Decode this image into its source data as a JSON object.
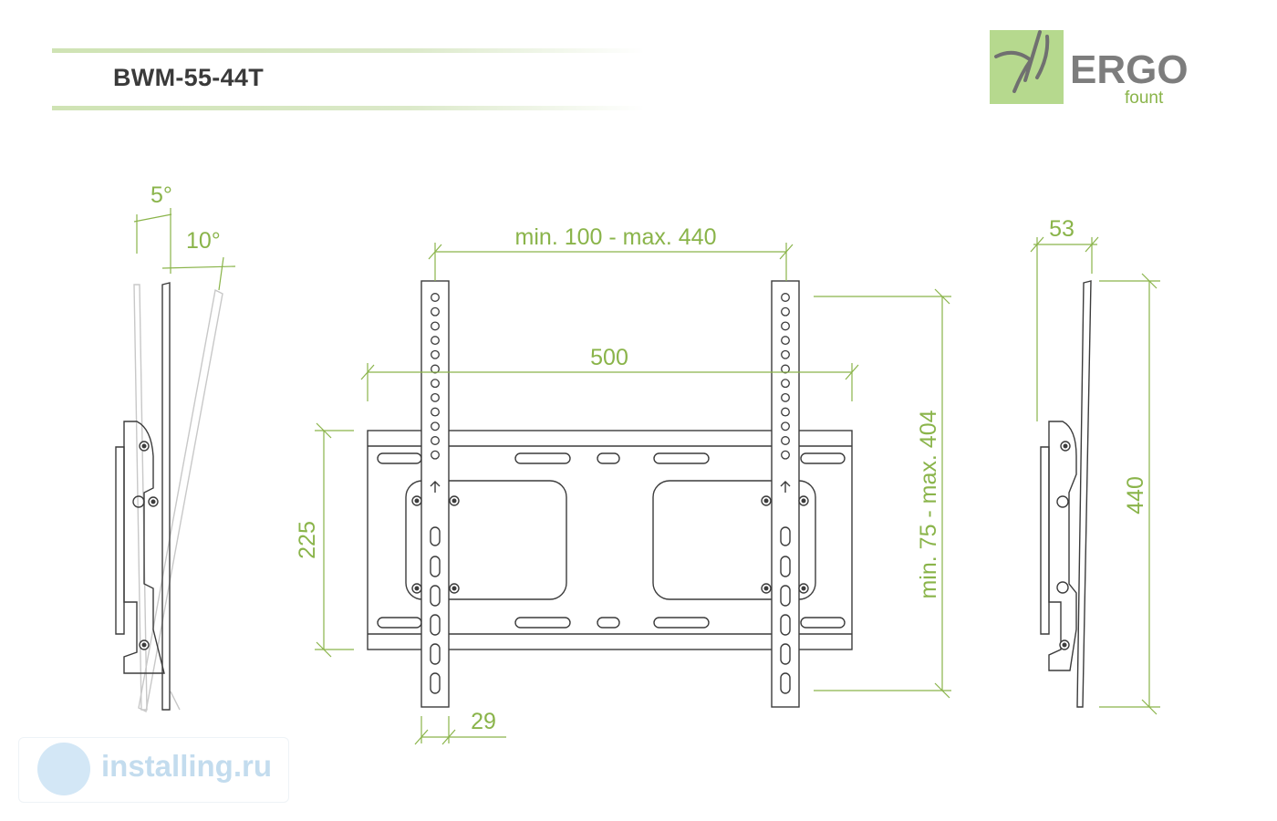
{
  "header": {
    "model": "BWM-55-44T"
  },
  "logo": {
    "brand": "ERGO",
    "sub": "fount",
    "accent": "#b6d98e"
  },
  "dimensions": {
    "tilt_min": "5°",
    "tilt_max": "10°",
    "vesa_width_range": "min. 100 - max. 440",
    "plate_width": "500",
    "plate_height": "225",
    "vesa_height_range": "min. 75 - max. 404",
    "arm_width": "29",
    "wall_depth": "53",
    "arm_length": "440"
  },
  "watermark": {
    "text": "installing.ru"
  },
  "colors": {
    "dimension": "#8ab44a",
    "line": "#3c3c3c",
    "title_bar": "#cfe3b4"
  }
}
